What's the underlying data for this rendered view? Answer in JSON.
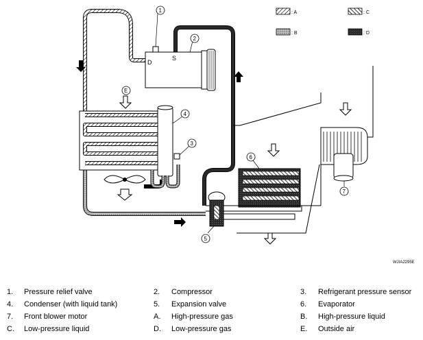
{
  "diagram": {
    "figure_code": "WJIA2295E",
    "labels": {
      "compressor_discharge": "D",
      "compressor_suction": "S",
      "outside_air_marker": "E"
    },
    "callouts": [
      "1",
      "2",
      "3",
      "4",
      "5",
      "6",
      "7"
    ],
    "legend": [
      {
        "symbol": "A",
        "text": ": A"
      },
      {
        "symbol": "B",
        "text": ": B"
      },
      {
        "symbol": "C",
        "text": ": C"
      },
      {
        "symbol": "D",
        "text": ": D"
      }
    ],
    "colors": {
      "line": "#000000",
      "pattern_A": "#000000",
      "pattern_B": "#8a8a8a",
      "pattern_D": "#2a2a2a"
    },
    "icons": [
      "up-arrow-icon",
      "down-arrow-icon",
      "right-arrow-icon",
      "airflow-arrow-icon",
      "fan-icon"
    ]
  },
  "key": [
    {
      "num": "1.",
      "text": "Pressure relief valve"
    },
    {
      "num": "2.",
      "text": "Compressor"
    },
    {
      "num": "3.",
      "text": "Refrigerant pressure sensor"
    },
    {
      "num": "4.",
      "text": "Condenser (with liquid tank)"
    },
    {
      "num": "5.",
      "text": "Expansion valve"
    },
    {
      "num": "6.",
      "text": "Evaporator"
    },
    {
      "num": "7.",
      "text": "Front blower motor"
    },
    {
      "num": "A.",
      "text": "High-pressure gas"
    },
    {
      "num": "B.",
      "text": "High-pressure liquid"
    },
    {
      "num": "C.",
      "text": "Low-pressure liquid"
    },
    {
      "num": "D.",
      "text": "Low-pressure gas"
    },
    {
      "num": "E.",
      "text": "Outside air"
    }
  ]
}
